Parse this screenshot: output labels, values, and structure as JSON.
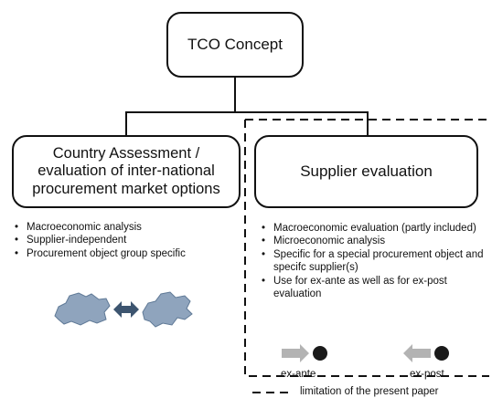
{
  "diagram": {
    "root": {
      "label": "TCO Concept"
    },
    "left": {
      "label": "Country Assessment / evaluation of inter-national procurement market options",
      "bullets": [
        "Macroeconomic analysis",
        "Supplier-independent",
        "Procurement object group specific"
      ]
    },
    "right": {
      "label": "Supplier evaluation",
      "bullets": [
        "Macroeconomic evaluation (partly included)",
        "Microeconomic analysis",
        "Specific for a special procurement object and specifc supplier(s)",
        "Use for ex-ante as well as for ex-post evaluation"
      ],
      "ex_ante": "ex-ante",
      "ex_post": "ex-post"
    },
    "legend": "limitation of the present paper"
  },
  "colors": {
    "map": "#8fa4bd",
    "double_arrow": "#3d5570",
    "grey_arrow": "#b3b3b3",
    "dot": "#1a1a1a"
  },
  "icons": [
    "map-left-icon",
    "double-arrow-icon",
    "map-right-icon",
    "right-arrow-icon",
    "left-arrow-icon",
    "dot-icon"
  ]
}
